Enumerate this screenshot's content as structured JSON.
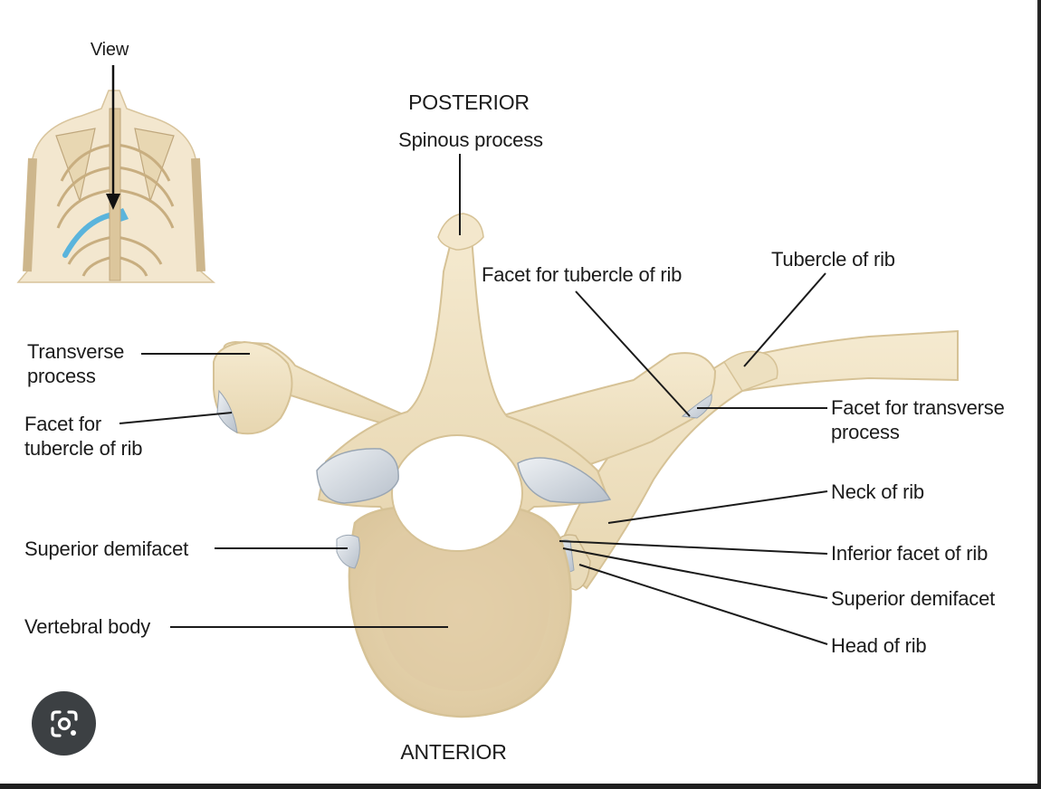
{
  "inset": {
    "view_label": "View"
  },
  "orientation": {
    "top": "POSTERIOR",
    "bottom": "ANTERIOR"
  },
  "labels": {
    "spinous_process": "Spinous process",
    "facet_tubercle_top": "Facet for tubercle of rib",
    "tubercle_of_rib": "Tubercle of rib",
    "transverse_process": "Transverse process",
    "facet_tubercle_left": "Facet for tubercle of rib",
    "facet_transverse": "Facet for transverse process",
    "neck_of_rib": "Neck of rib",
    "superior_demifacet_left": "Superior demifacet",
    "inferior_facet_of_rib": "Inferior facet of rib",
    "superior_demifacet_right": "Superior demifacet",
    "vertebral_body": "Vertebral body",
    "head_of_rib": "Head of rib"
  },
  "colors": {
    "bone": "#f0e3c5",
    "bone_shadow": "#d8c49c",
    "cartilage": "#cdd4dc",
    "leader": "#1b1b1b",
    "highlight_rib": "#5ab4dc"
  },
  "icons": {
    "lens": "visual-search-icon"
  }
}
